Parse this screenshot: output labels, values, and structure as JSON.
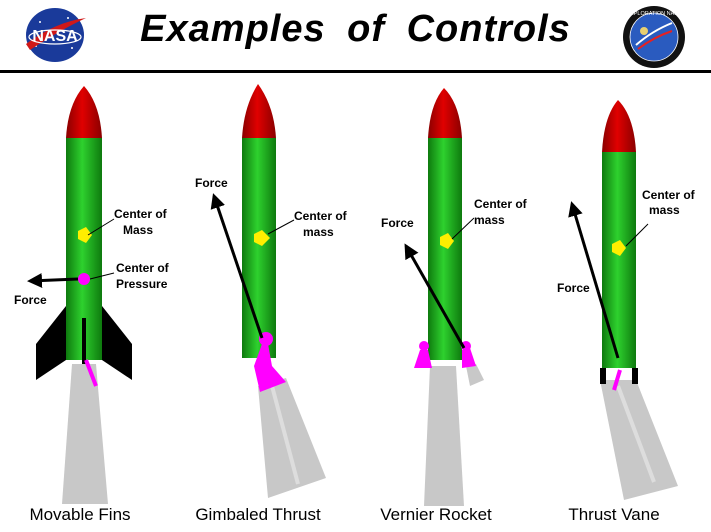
{
  "header": {
    "title": "Examples of Controls",
    "left_logo": "NASA",
    "right_logo": "EXPLORATION NASA"
  },
  "rockets": [
    {
      "caption": "Movable Fins",
      "force": "Force",
      "mass_label_1": "Center of",
      "mass_label_2": "Mass",
      "pressure_label_1": "Center of",
      "pressure_label_2": "Pressure"
    },
    {
      "caption": "Gimbaled Thrust",
      "force": "Force",
      "mass_label_1": "Center of",
      "mass_label_2": "mass"
    },
    {
      "caption": "Vernier Rocket",
      "force": "Force",
      "mass_label_1": "Center of",
      "mass_label_2": "mass"
    },
    {
      "caption": "Thrust Vane",
      "force": "Force",
      "mass_label_1": "Center of",
      "mass_label_2": "mass"
    }
  ],
  "colors": {
    "body": "#1fbe1f",
    "nose": "#c40000",
    "center_of_mass": "#ffee00",
    "control": "#ff00ff",
    "exhaust": "#c8c8c8",
    "fins": "#000000"
  }
}
